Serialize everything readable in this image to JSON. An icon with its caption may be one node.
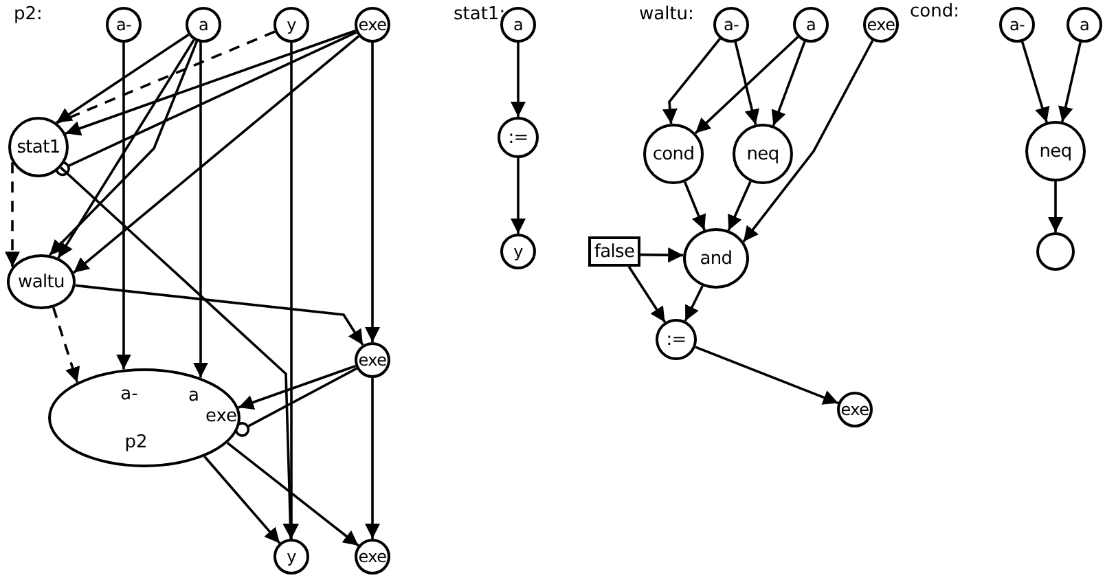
{
  "diagram": {
    "nodes": [
      {
        "text": [
          "a-"
        ]
      },
      {
        "text": [
          "a"
        ]
      },
      {
        "text": [
          "y"
        ]
      },
      {
        "text": [
          "exe"
        ]
      },
      {
        "text": [
          "stat1"
        ]
      },
      {
        "text": [
          "waltu"
        ]
      },
      {
        "text": [
          "exe"
        ]
      },
      {
        "text": [
          "a-",
          "a",
          "exe",
          "p2"
        ]
      },
      {
        "text": [
          "y"
        ]
      },
      {
        "text": [
          "exe"
        ]
      },
      {
        "text": [
          "a"
        ]
      },
      {
        "text": [
          ":="
        ]
      },
      {
        "text": [
          "y"
        ]
      },
      {
        "text": [
          "a-"
        ]
      },
      {
        "text": [
          "a"
        ]
      },
      {
        "text": [
          "exe"
        ]
      },
      {
        "text": [
          "cond"
        ]
      },
      {
        "text": [
          "neq"
        ]
      },
      {
        "text": [
          "false"
        ]
      },
      {
        "text": [
          "and"
        ]
      },
      {
        "text": [
          ":="
        ]
      },
      {
        "text": [
          "exe"
        ]
      },
      {
        "text": [
          "a-"
        ]
      },
      {
        "text": [
          "a"
        ]
      },
      {
        "text": [
          "neq"
        ]
      },
      {
        "text": [],
        "shape": "circle"
      }
    ],
    "edges": [
      {
        "from": 1,
        "to": 4,
        "arrow": "to"
      },
      {
        "from": 3,
        "to": 4,
        "arrow": "to"
      },
      {
        "from": 3,
        "to": 4,
        "arrow": "other"
      },
      {
        "from": 2,
        "to": 4,
        "arrow": "none",
        "style": "dashed"
      },
      {
        "from": 1,
        "to": 5,
        "arrow": "to"
      },
      {
        "from": 1,
        "to": 5,
        "arrow": "to"
      },
      {
        "from": 3,
        "to": 5,
        "arrow": "to"
      },
      {
        "from": 4,
        "to": 5,
        "arrow": "to",
        "style": "dashed"
      },
      {
        "from": 4,
        "to": 8,
        "arrow": "to"
      },
      {
        "from": 5,
        "to": 6,
        "arrow": "to"
      },
      {
        "from": 5,
        "to": 7,
        "arrow": "to",
        "style": "dashed"
      },
      {
        "from": 0,
        "to": 7,
        "arrow": "to"
      },
      {
        "from": 1,
        "to": 7,
        "arrow": "to"
      },
      {
        "from": 2,
        "to": 8,
        "arrow": "to"
      },
      {
        "from": 3,
        "to": 6,
        "arrow": "to"
      },
      {
        "from": 6,
        "to": 7,
        "arrow": "to"
      },
      {
        "from": 6,
        "to": 7,
        "arrow": "other"
      },
      {
        "from": 6,
        "to": 9,
        "arrow": "to"
      },
      {
        "from": 7,
        "to": 8,
        "arrow": "to"
      },
      {
        "from": 7,
        "to": 9,
        "arrow": "to"
      },
      {
        "from": 10,
        "to": 11,
        "arrow": "to"
      },
      {
        "from": 11,
        "to": 12,
        "arrow": "to"
      },
      {
        "from": 13,
        "to": 16,
        "arrow": "to"
      },
      {
        "from": 13,
        "to": 17,
        "arrow": "to"
      },
      {
        "from": 14,
        "to": 16,
        "arrow": "to"
      },
      {
        "from": 14,
        "to": 17,
        "arrow": "to"
      },
      {
        "from": 15,
        "to": 19,
        "arrow": "to"
      },
      {
        "from": 16,
        "to": 19,
        "arrow": "to"
      },
      {
        "from": 17,
        "to": 19,
        "arrow": "to"
      },
      {
        "from": 18,
        "to": 19,
        "arrow": "to"
      },
      {
        "from": 18,
        "to": 20,
        "arrow": "to"
      },
      {
        "from": 19,
        "to": 20,
        "arrow": "to"
      },
      {
        "from": 20,
        "to": 21,
        "arrow": "to"
      },
      {
        "from": 22,
        "to": 24,
        "arrow": "to"
      },
      {
        "from": 23,
        "to": 24,
        "arrow": "to"
      },
      {
        "from": 24,
        "to": 25,
        "arrow": "to"
      }
    ],
    "labels": [
      "p2:",
      "stat1:",
      "waltu:",
      "cond:"
    ]
  }
}
